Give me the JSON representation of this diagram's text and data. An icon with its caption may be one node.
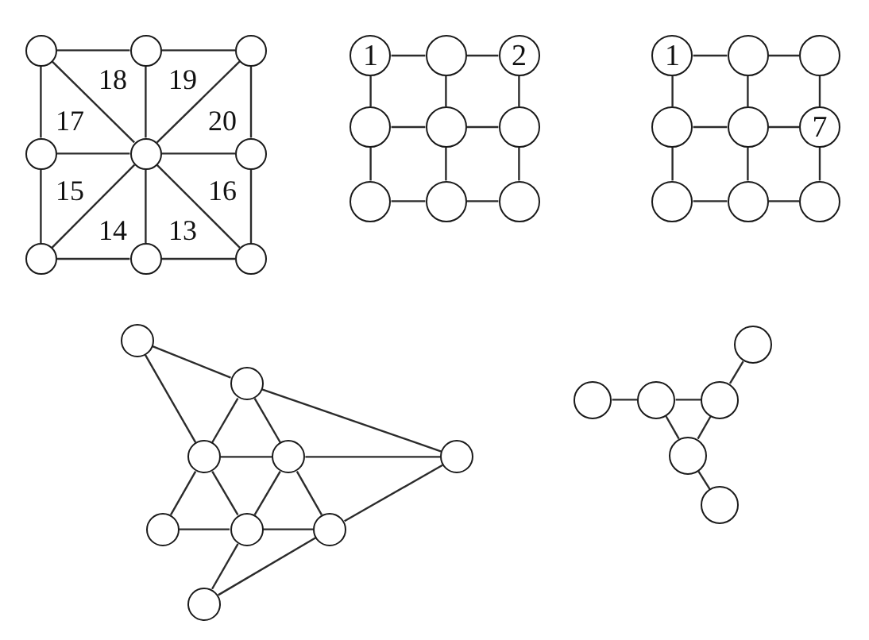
{
  "diagram": {
    "nodes": [
      {
        "text": [],
        "shape": "circle"
      },
      {
        "text": [],
        "shape": "circle"
      },
      {
        "text": [],
        "shape": "circle"
      },
      {
        "text": [],
        "shape": "circle"
      },
      {
        "text": [],
        "shape": "circle"
      },
      {
        "text": [],
        "shape": "circle"
      },
      {
        "text": [],
        "shape": "circle"
      },
      {
        "text": [],
        "shape": "circle"
      },
      {
        "text": [],
        "shape": "circle"
      },
      {
        "text": [
          "1"
        ]
      },
      {
        "text": [],
        "shape": "circle"
      },
      {
        "text": [
          "2"
        ]
      },
      {
        "text": [],
        "shape": "circle"
      },
      {
        "text": [],
        "shape": "circle"
      },
      {
        "text": [],
        "shape": "circle"
      },
      {
        "text": [],
        "shape": "circle"
      },
      {
        "text": [],
        "shape": "circle"
      },
      {
        "text": [],
        "shape": "circle"
      },
      {
        "text": [
          "1"
        ]
      },
      {
        "text": [],
        "shape": "circle"
      },
      {
        "text": [],
        "shape": "circle"
      },
      {
        "text": [],
        "shape": "circle"
      },
      {
        "text": [],
        "shape": "circle"
      },
      {
        "text": [
          "7"
        ]
      },
      {
        "text": [],
        "shape": "circle"
      },
      {
        "text": [],
        "shape": "circle"
      },
      {
        "text": [],
        "shape": "circle"
      },
      {
        "text": [],
        "shape": "circle"
      },
      {
        "text": [],
        "shape": "circle"
      },
      {
        "text": [],
        "shape": "circle"
      },
      {
        "text": [],
        "shape": "circle"
      },
      {
        "text": [],
        "shape": "circle"
      },
      {
        "text": [],
        "shape": "circle"
      },
      {
        "text": [],
        "shape": "circle"
      },
      {
        "text": [],
        "shape": "circle"
      },
      {
        "text": [],
        "shape": "circle"
      },
      {
        "text": [],
        "shape": "circle"
      },
      {
        "text": [],
        "shape": "circle"
      },
      {
        "text": [],
        "shape": "circle"
      },
      {
        "text": [],
        "shape": "circle"
      },
      {
        "text": [],
        "shape": "circle"
      },
      {
        "text": [],
        "shape": "circle"
      }
    ],
    "edges": [
      {
        "from": 0,
        "to": 1,
        "arrow": "none"
      },
      {
        "from": 1,
        "to": 2,
        "arrow": "none"
      },
      {
        "from": 0,
        "to": 3,
        "arrow": "none"
      },
      {
        "from": 0,
        "to": 4,
        "arrow": "none"
      },
      {
        "from": 1,
        "to": 4,
        "arrow": "none"
      },
      {
        "from": 2,
        "to": 4,
        "arrow": "none"
      },
      {
        "from": 2,
        "to": 5,
        "arrow": "none"
      },
      {
        "from": 3,
        "to": 4,
        "arrow": "none"
      },
      {
        "from": 4,
        "to": 5,
        "arrow": "none"
      },
      {
        "from": 3,
        "to": 6,
        "arrow": "none"
      },
      {
        "from": 4,
        "to": 6,
        "arrow": "none"
      },
      {
        "from": 4,
        "to": 7,
        "arrow": "none"
      },
      {
        "from": 4,
        "to": 8,
        "arrow": "none"
      },
      {
        "from": 5,
        "to": 8,
        "arrow": "none"
      },
      {
        "from": 6,
        "to": 7,
        "arrow": "none"
      },
      {
        "from": 7,
        "to": 8,
        "arrow": "none"
      },
      {
        "from": 9,
        "to": 10,
        "arrow": "none"
      },
      {
        "from": 10,
        "to": 11,
        "arrow": "none"
      },
      {
        "from": 9,
        "to": 12,
        "arrow": "none"
      },
      {
        "from": 10,
        "to": 13,
        "arrow": "none"
      },
      {
        "from": 11,
        "to": 14,
        "arrow": "none"
      },
      {
        "from": 12,
        "to": 13,
        "arrow": "none"
      },
      {
        "from": 13,
        "to": 14,
        "arrow": "none"
      },
      {
        "from": 12,
        "to": 15,
        "arrow": "none"
      },
      {
        "from": 13,
        "to": 16,
        "arrow": "none"
      },
      {
        "from": 14,
        "to": 17,
        "arrow": "none"
      },
      {
        "from": 15,
        "to": 16,
        "arrow": "none"
      },
      {
        "from": 16,
        "to": 17,
        "arrow": "none"
      },
      {
        "from": 18,
        "to": 19,
        "arrow": "none"
      },
      {
        "from": 19,
        "to": 20,
        "arrow": "none"
      },
      {
        "from": 18,
        "to": 21,
        "arrow": "none"
      },
      {
        "from": 19,
        "to": 22,
        "arrow": "none"
      },
      {
        "from": 20,
        "to": 23,
        "arrow": "none"
      },
      {
        "from": 21,
        "to": 22,
        "arrow": "none"
      },
      {
        "from": 22,
        "to": 23,
        "arrow": "none"
      },
      {
        "from": 21,
        "to": 24,
        "arrow": "none"
      },
      {
        "from": 22,
        "to": 25,
        "arrow": "none"
      },
      {
        "from": 23,
        "to": 26,
        "arrow": "none"
      },
      {
        "from": 24,
        "to": 25,
        "arrow": "none"
      },
      {
        "from": 25,
        "to": 26,
        "arrow": "none"
      },
      {
        "from": 27,
        "to": 28,
        "arrow": "none"
      },
      {
        "from": 27,
        "to": 29,
        "arrow": "none"
      },
      {
        "from": 28,
        "to": 29,
        "arrow": "none"
      },
      {
        "from": 28,
        "to": 30,
        "arrow": "none"
      },
      {
        "from": 28,
        "to": 31,
        "arrow": "none"
      },
      {
        "from": 29,
        "to": 30,
        "arrow": "none"
      },
      {
        "from": 30,
        "to": 31,
        "arrow": "none"
      },
      {
        "from": 29,
        "to": 32,
        "arrow": "none"
      },
      {
        "from": 29,
        "to": 33,
        "arrow": "none"
      },
      {
        "from": 30,
        "to": 33,
        "arrow": "none"
      },
      {
        "from": 30,
        "to": 34,
        "arrow": "none"
      },
      {
        "from": 32,
        "to": 33,
        "arrow": "none"
      },
      {
        "from": 33,
        "to": 34,
        "arrow": "none"
      },
      {
        "from": 34,
        "to": 31,
        "arrow": "none"
      },
      {
        "from": 33,
        "to": 35,
        "arrow": "none"
      },
      {
        "from": 34,
        "to": 35,
        "arrow": "none"
      },
      {
        "from": 37,
        "to": 38,
        "arrow": "none"
      },
      {
        "from": 38,
        "to": 39,
        "arrow": "none"
      },
      {
        "from": 39,
        "to": 36,
        "arrow": "none"
      },
      {
        "from": 38,
        "to": 40,
        "arrow": "none"
      },
      {
        "from": 39,
        "to": 40,
        "arrow": "none"
      },
      {
        "from": 40,
        "to": 41,
        "arrow": "none"
      }
    ],
    "labels": [
      "18",
      "19",
      "17",
      "20",
      "15",
      "16",
      "14",
      "13"
    ]
  }
}
